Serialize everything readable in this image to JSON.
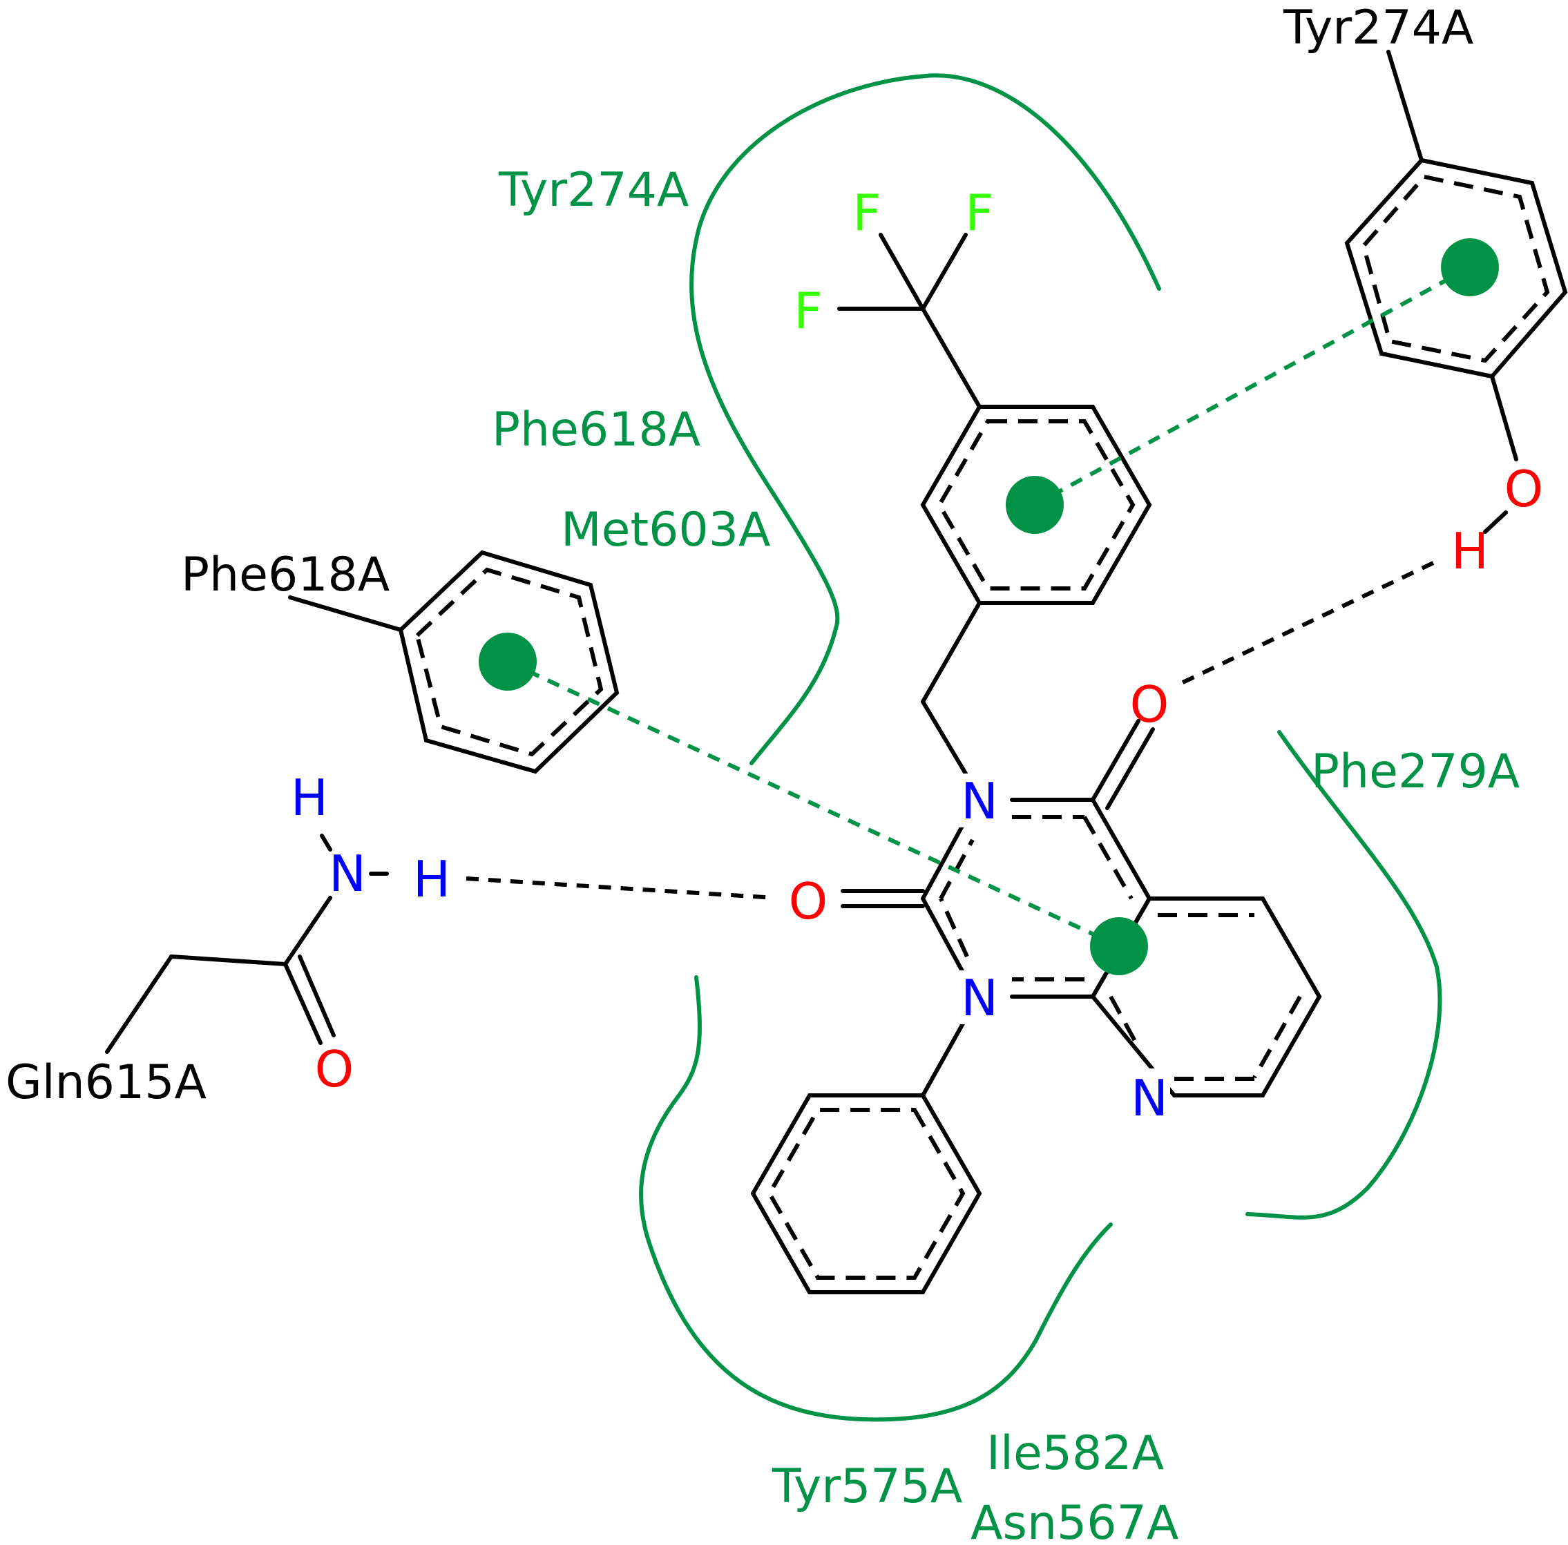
{
  "colors": {
    "bond": "#000000",
    "nitrogen": "#0000ff",
    "oxygen": "#ff0000",
    "fluorine": "#33ff00",
    "interaction": "#009246"
  },
  "atoms": {
    "f1": "F",
    "f2": "F",
    "f3": "F",
    "n_top": "N",
    "n_bottom": "N",
    "n_pyridine": "N",
    "o_carbonyl_right": "O",
    "o_carbonyl_left": "O",
    "o_tyr": "O",
    "h_tyr": "H",
    "gln_h_top": "H",
    "gln_n": "N",
    "gln_h_right": "H",
    "gln_o": "O"
  },
  "residues": {
    "tyr274_black": "Tyr274A",
    "phe618_black": "Phe618A",
    "gln615_black": "Gln615A",
    "tyr274_green": "Tyr274A",
    "phe618_green": "Phe618A",
    "met603_green": "Met603A",
    "phe279_green": "Phe279A",
    "tyr575_green": "Tyr575A",
    "ile582_green": "Ile582A",
    "asn567_green": "Asn567A"
  }
}
